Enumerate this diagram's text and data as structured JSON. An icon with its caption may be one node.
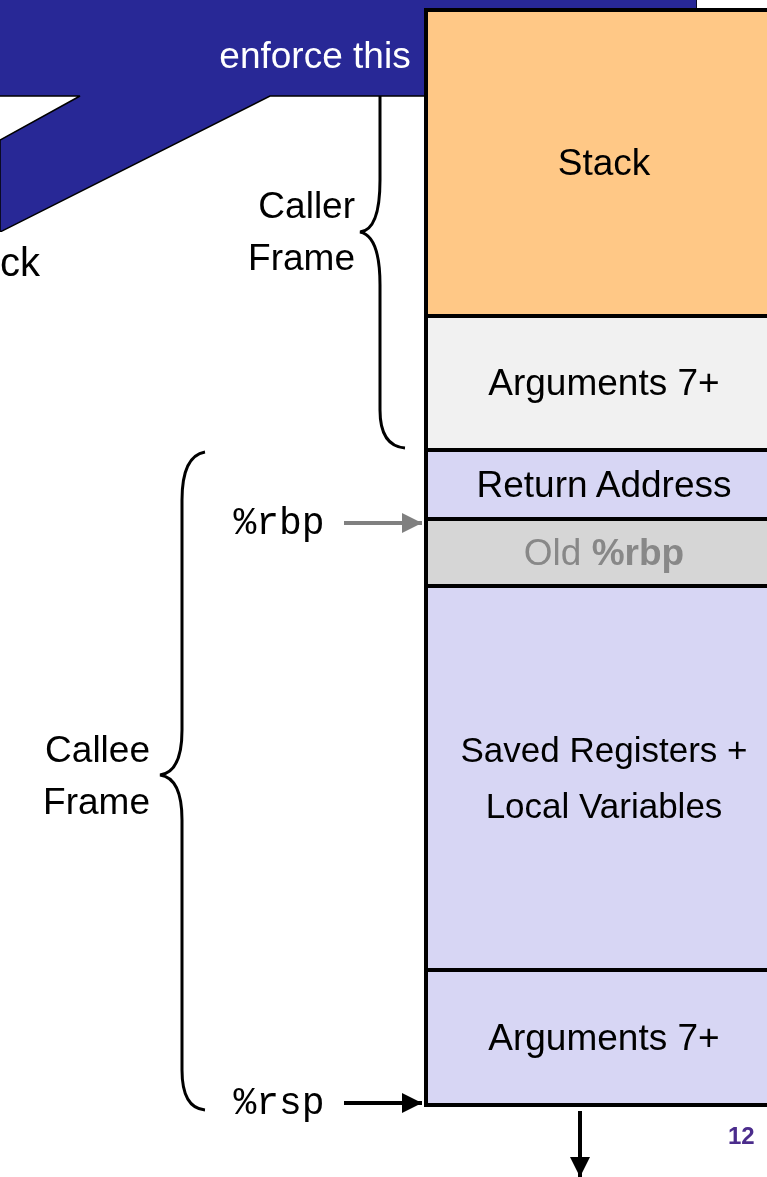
{
  "diagram": {
    "nodes": [
      {
        "text": [
          "enforce this"
        ]
      },
      {
        "text": [
          "Caller Frame"
        ]
      },
      {
        "text": [
          "Stack"
        ]
      },
      {
        "text": [
          "Arguments 7+"
        ]
      },
      {
        "text": [
          "Return Address"
        ]
      },
      {
        "text": [
          "Old **%rbp**"
        ]
      },
      {
        "text": [
          "Saved Registers + Local Variables"
        ]
      },
      {
        "text": [
          "Arguments 7+"
        ]
      },
      {
        "text": [
          "Callee Frame"
        ]
      },
      {
        "text": [
          "%rbp"
        ]
      },
      {
        "text": [
          "%rsp"
        ]
      }
    ],
    "edges": [
      {
        "from": 9,
        "to": 5,
        "arrow": "to",
        "color": "#808080"
      },
      {
        "from": 10,
        "to": 7,
        "arrow": "to"
      },
      {
        "from": 7,
        "to": null,
        "arrow": "to"
      }
    ],
    "labels": [
      "ck",
      "12"
    ]
  }
}
